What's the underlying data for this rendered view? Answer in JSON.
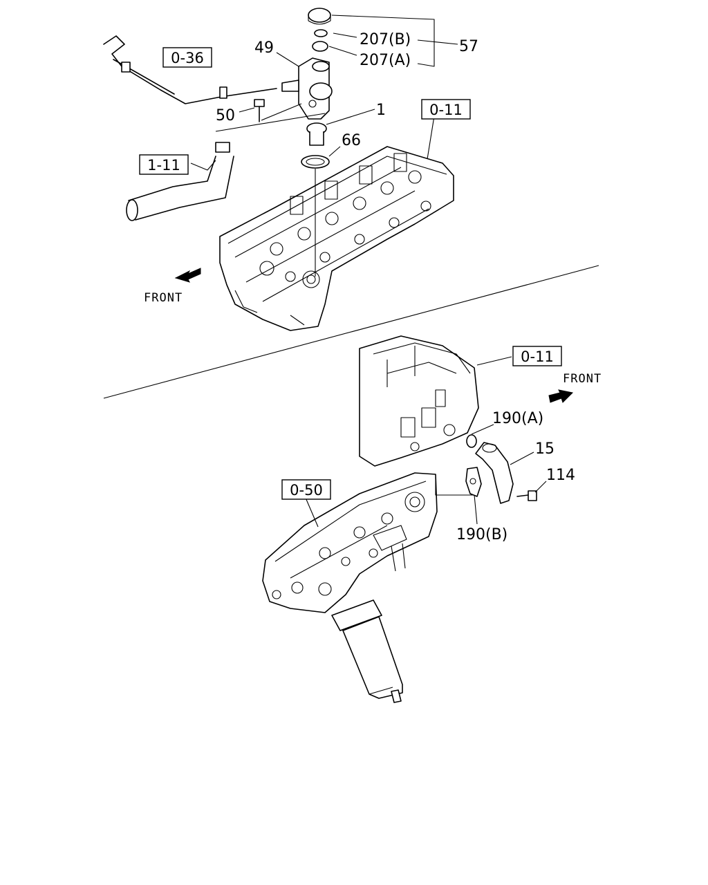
{
  "refs": {
    "r036": "0-36",
    "r111": "1-11",
    "r011_top": "0-11",
    "r011_bottom": "0-11",
    "r050": "0-50"
  },
  "parts": {
    "p207b": "207(B)",
    "p207a": "207(A)",
    "p57": "57",
    "p49": "49",
    "p50": "50",
    "p1": "1",
    "p66": "66",
    "p190a": "190(A)",
    "p15": "15",
    "p114": "114",
    "p190b": "190(B)"
  },
  "front_labels": {
    "top": "FRONT",
    "bottom": "FRONT"
  },
  "icons": {
    "arrow_top": "front-arrow-left-icon",
    "arrow_bottom": "front-arrow-right-icon"
  }
}
